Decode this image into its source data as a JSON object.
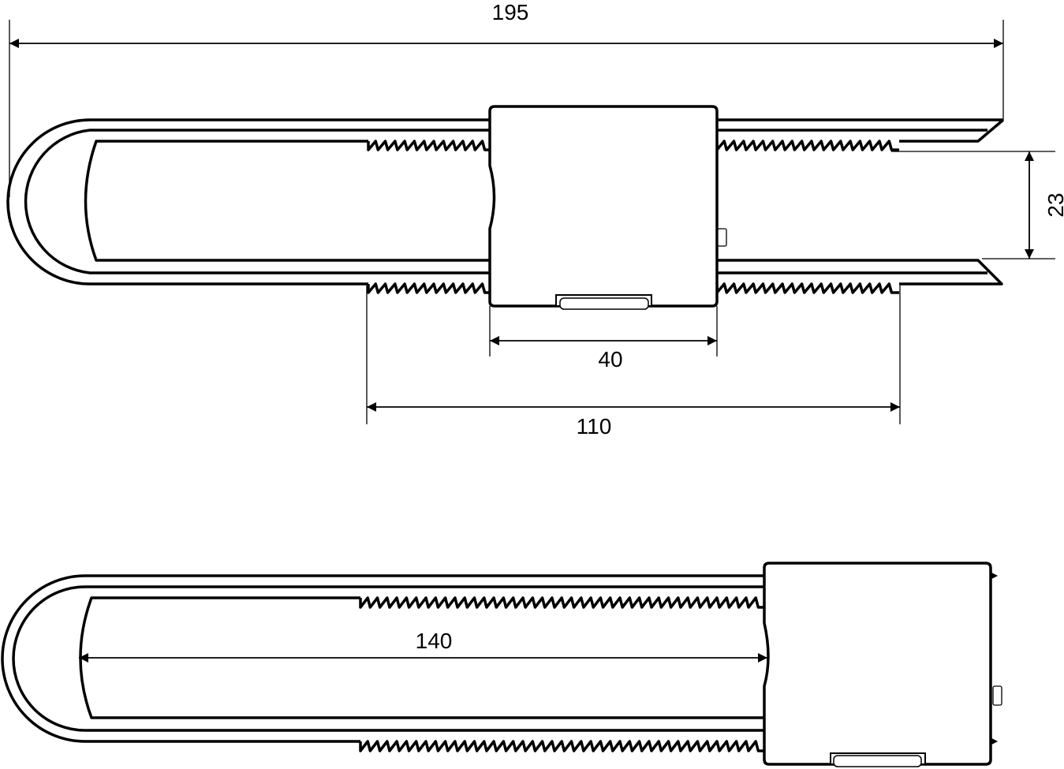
{
  "dimensions": {
    "overall_length": "195",
    "width": "23",
    "block_width": "40",
    "teeth_span": "110",
    "inner_length": "140"
  },
  "colors": {
    "line": "#000000",
    "background": "#ffffff"
  }
}
